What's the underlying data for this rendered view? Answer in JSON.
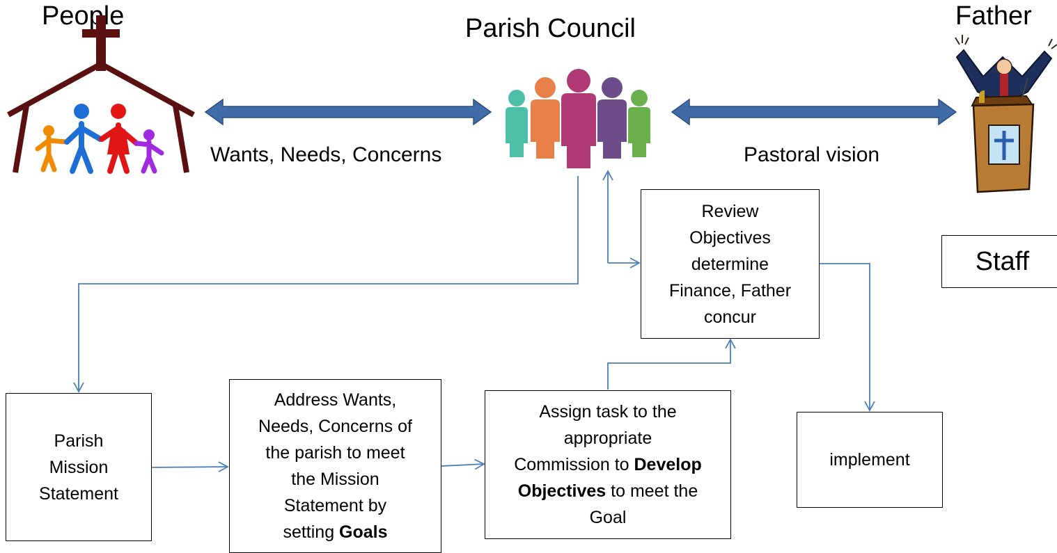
{
  "headings": {
    "people": "People",
    "parish_council": "Parish Council",
    "father": "Father"
  },
  "flows": {
    "people_to_council": "Wants, Needs, Concerns",
    "council_to_father": "Pastoral vision"
  },
  "boxes": {
    "staff": "Staff",
    "review": [
      "Review",
      "Objectives",
      "determine",
      "Finance, Father",
      "concur"
    ],
    "mission": [
      "Parish",
      "Mission",
      "Statement"
    ],
    "address": {
      "lines": [
        "Address Wants,",
        "Needs, Concerns of",
        "the parish to meet",
        "the Mission",
        "Statement by"
      ],
      "last_prefix": "setting ",
      "last_bold": "Goals"
    },
    "assign": {
      "line1": "Assign task to the",
      "line2": "appropriate",
      "line3_prefix": "Commission to ",
      "line3_bold": "Develop",
      "line4_bold": "Objectives",
      "line4_suffix": " to meet the",
      "line5": "Goal"
    },
    "implement": "implement"
  },
  "colors": {
    "big_arrow": "#3f6ca6",
    "connector": "#4a7ebb",
    "box_border": "#000000"
  },
  "icons": [
    "church-family-icon",
    "group-of-people-icon",
    "priest-at-pulpit-icon"
  ]
}
